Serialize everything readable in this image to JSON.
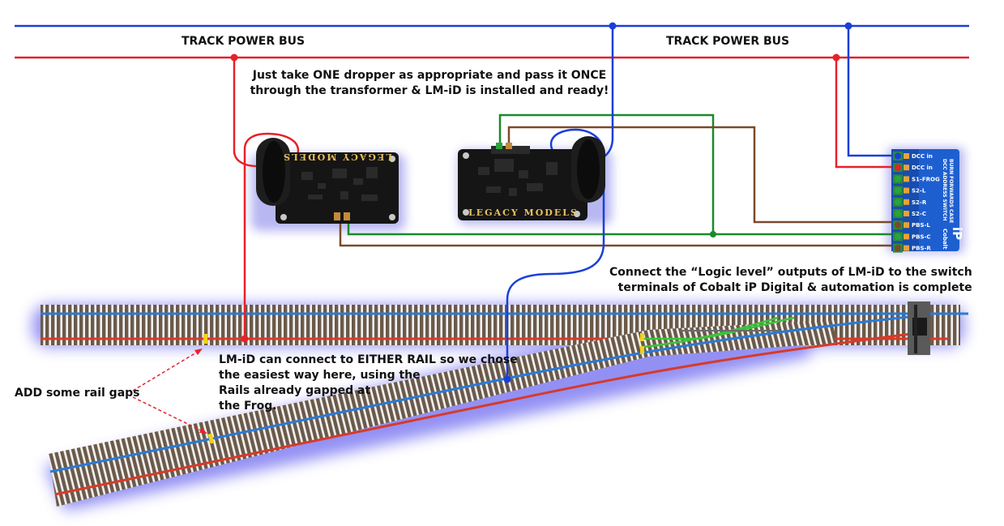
{
  "labels": {
    "bus_left": "TRACK POWER BUS",
    "bus_right": "TRACK POWER BUS",
    "instruction_line1": "Just take ONE dropper as appropriate and pass it ONCE",
    "instruction_line2": "through the transformer & LM-iD is installed and ready!",
    "logic_line1": "Connect the “Logic level” outputs of LM-iD to the switch",
    "logic_line2": "terminals of Cobalt iP Digital & automation is complete",
    "rail_line1": "LM-iD can connect to EITHER RAIL so we chose",
    "rail_line2": "the easiest way here, using the",
    "rail_line3": "Rails already gapped at",
    "rail_line4": "the Frog.",
    "gaps": "ADD some rail gaps"
  },
  "modules": {
    "left_silkscreen": "LEGACY MODELS",
    "right_silkscreen": "LEGACY MODELS"
  },
  "cobalt": {
    "terminals": [
      "DCC in",
      "DCC in",
      "S1-FROG",
      "S2-L",
      "S2-R",
      "S2-C",
      "PBS-L",
      "PBS-C",
      "PBS-R"
    ],
    "side_text_1": "DCC ADDRESS SWITCH",
    "side_text_2": "BURN FORWARDS CASE",
    "logo_word": "Cobalt",
    "logo_mark": "iP"
  },
  "colors": {
    "blue_wire": "#1a3fd9",
    "red_wire": "#e8202a",
    "green_wire": "#1a8a2a",
    "brown_wire": "#7a4a2a",
    "track_blue": "#2a7ad6",
    "track_red": "#d83a2a",
    "gap_yellow": "#f2d21a",
    "pcb_black": "#151515",
    "cobalt_blue": "#1e5fd0"
  }
}
